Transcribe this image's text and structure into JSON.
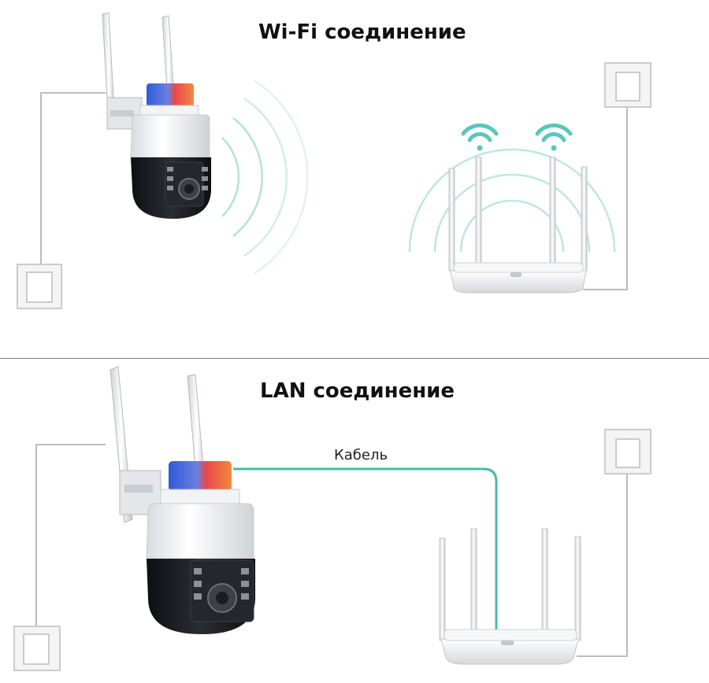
{
  "sections": {
    "wifi": {
      "title": "Wi-Fi соединение"
    },
    "lan": {
      "title": "LAN соединение",
      "cable_label": "Кабель"
    }
  },
  "colors": {
    "cable": "#4bb8ac",
    "wifi_signal": "#7fd3cc",
    "camera_dome": "#1b1d22",
    "siren_blue": "#2f5bd8",
    "siren_red": "#e8484a"
  },
  "icons": [
    "wall-socket-icon",
    "security-camera-icon",
    "router-icon",
    "wifi-signal-icon"
  ]
}
